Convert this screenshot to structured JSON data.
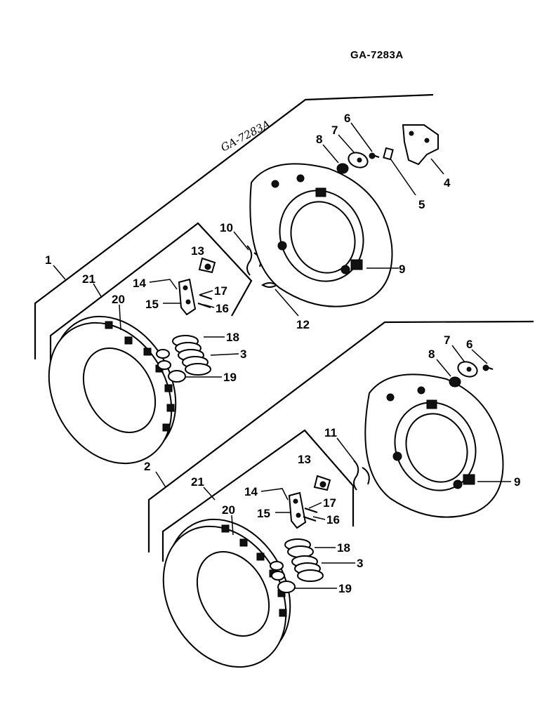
{
  "drawing_code": "GA-7283A",
  "handwritten_code": "GA-7283A.",
  "callouts": {
    "1": "1",
    "2": "2",
    "3": "3",
    "4": "4",
    "5": "5",
    "6": "6",
    "7": "7",
    "8": "8",
    "9": "9",
    "10": "10",
    "11": "11",
    "12": "12",
    "13": "13",
    "14": "14",
    "15": "15",
    "16": "16",
    "17": "17",
    "18": "18",
    "19": "19",
    "20": "20",
    "21": "21"
  }
}
